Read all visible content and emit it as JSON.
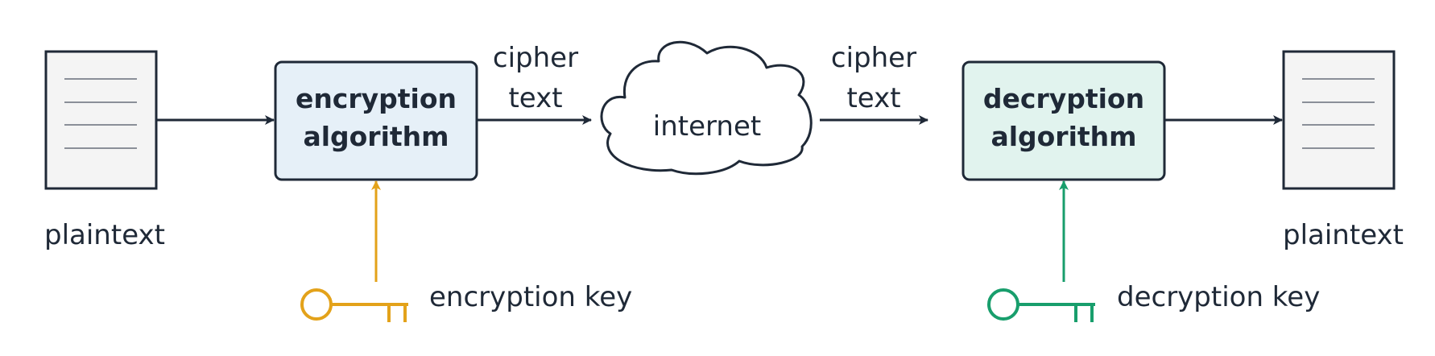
{
  "doc_left": {
    "label": "plaintext"
  },
  "doc_right": {
    "label": "plaintext"
  },
  "encryption_box": {
    "line1": "encryption",
    "line2": "algorithm"
  },
  "decryption_box": {
    "line1": "decryption",
    "line2": "algorithm"
  },
  "cipher_left": {
    "line1": "cipher",
    "line2": "text"
  },
  "cipher_right": {
    "line1": "cipher",
    "line2": "text"
  },
  "cloud": {
    "label": "internet"
  },
  "encryption_key": {
    "label": "encryption key",
    "icon": "key-icon",
    "color": "#e3a21a"
  },
  "decryption_key": {
    "label": "decryption key",
    "icon": "key-icon",
    "color": "#189e6c"
  },
  "colors": {
    "stroke": "#1f2937",
    "doc_fill": "#f4f4f4",
    "doc_lines": "#8a8f98",
    "encryption_box_fill": "#e6f0f8",
    "decryption_box_fill": "#e1f3ee"
  }
}
